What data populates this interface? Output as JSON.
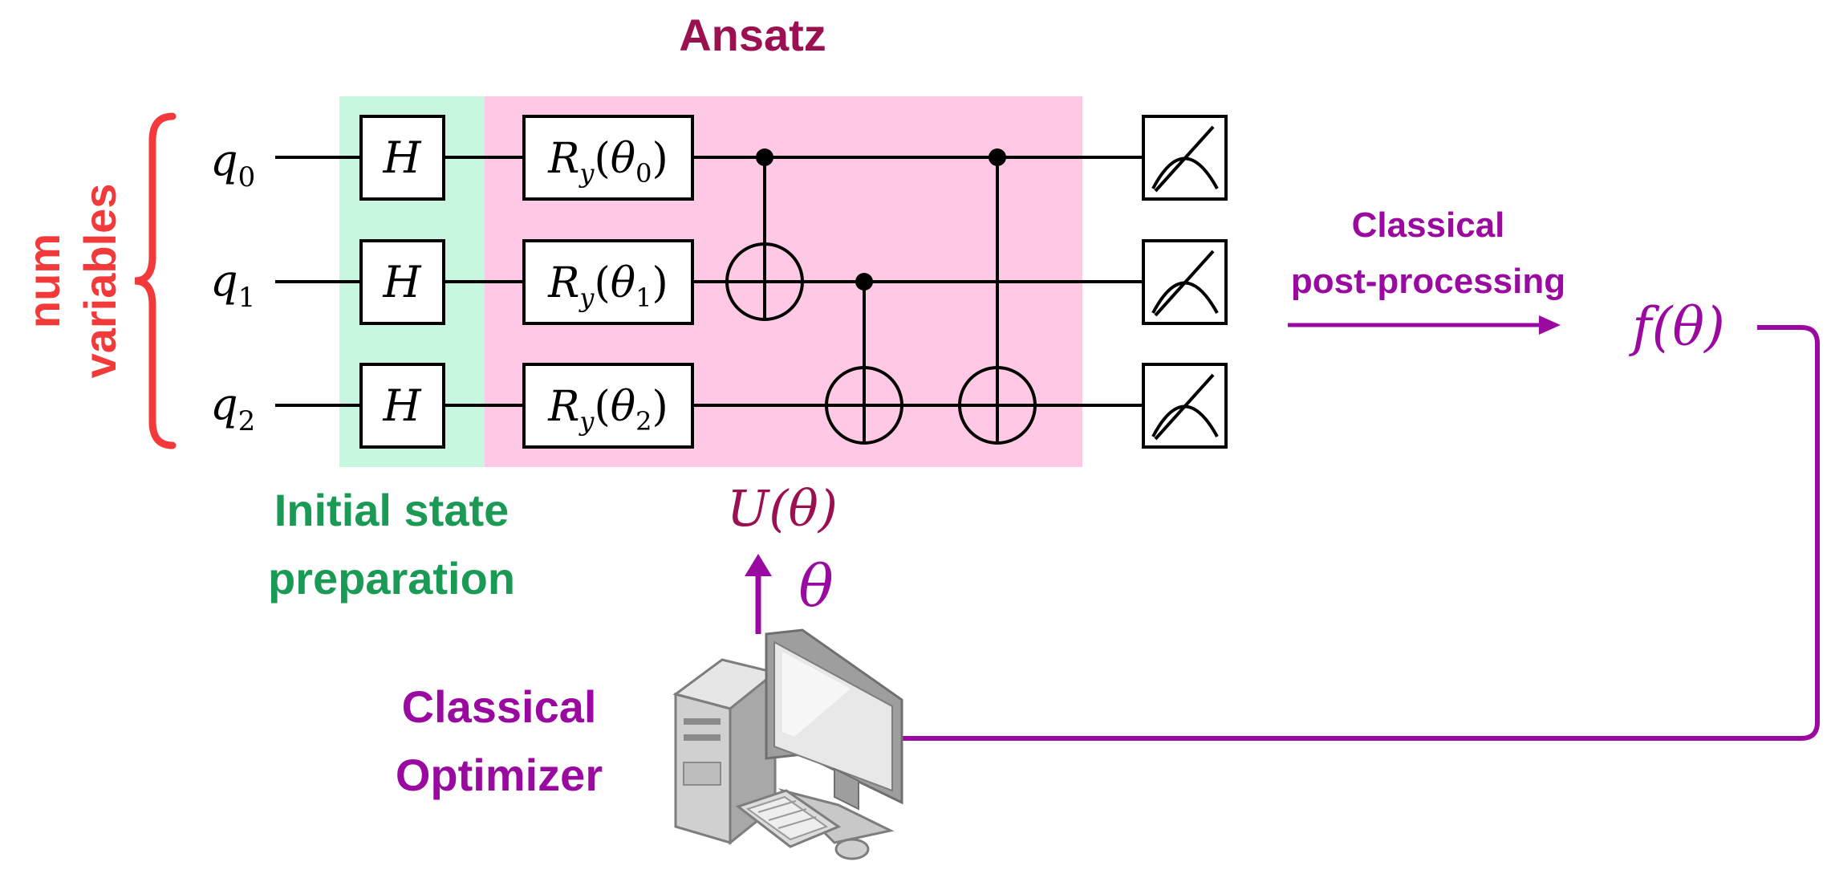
{
  "title": "Ansatz",
  "side_label": {
    "line1": "num",
    "line2": "variables"
  },
  "qubits": [
    {
      "name": "q",
      "sub": "0"
    },
    {
      "name": "q",
      "sub": "1"
    },
    {
      "name": "q",
      "sub": "2"
    }
  ],
  "hadamard": "H",
  "rotations": [
    {
      "r": "R",
      "rs": "y",
      "open": "(",
      "t": "θ",
      "ts": "0",
      "close": ")"
    },
    {
      "r": "R",
      "rs": "y",
      "open": "(",
      "t": "θ",
      "ts": "1",
      "close": ")"
    },
    {
      "r": "R",
      "rs": "y",
      "open": "(",
      "t": "θ",
      "ts": "2",
      "close": ")"
    }
  ],
  "init_label": {
    "line1": "Initial state",
    "line2": "preparation"
  },
  "unitary_label": "U(θ)",
  "theta_label": "θ",
  "postproc_label": {
    "line1": "Classical",
    "line2": "post-processing"
  },
  "cost_label": "f(θ)",
  "optimizer_label": {
    "line1": "Classical",
    "line2": "Optimizer"
  },
  "colors": {
    "ansatz_title": "#9b1050",
    "side_label": "#f23a3a",
    "init_region": "#c8f7e0",
    "ansatz_region": "#ffc9e6",
    "init_text": "#1a9a55",
    "purple": "#9a0aa0",
    "unitary": "#9b1050",
    "wire": "#000000"
  }
}
